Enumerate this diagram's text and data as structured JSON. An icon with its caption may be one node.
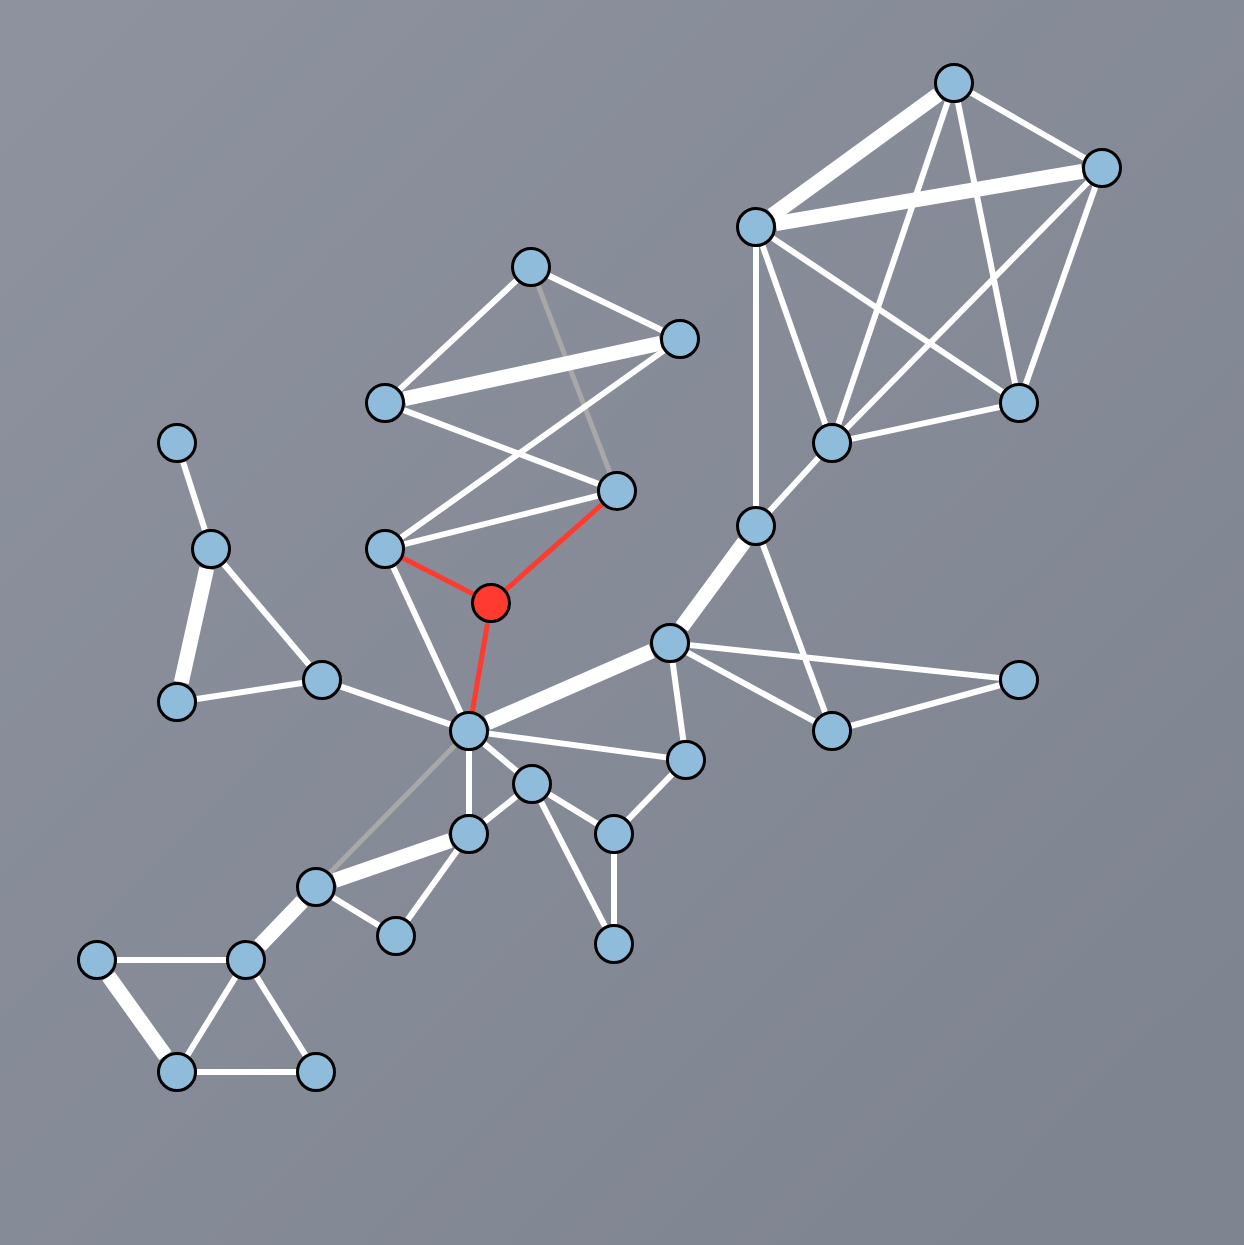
{
  "diagram": {
    "nodes": [
      {
        "text": [],
        "shape": "circle"
      },
      {
        "text": [],
        "shape": "circle"
      },
      {
        "text": [],
        "shape": "circle"
      },
      {
        "text": [],
        "shape": "circle"
      },
      {
        "text": [],
        "shape": "circle"
      },
      {
        "text": [],
        "shape": "circle"
      },
      {
        "text": [],
        "shape": "circle"
      },
      {
        "text": [],
        "shape": "circle"
      },
      {
        "text": [],
        "shape": "circle"
      },
      {
        "text": [],
        "shape": "circle"
      },
      {
        "text": [],
        "shape": "circle"
      },
      {
        "text": [],
        "shape": "circle"
      },
      {
        "text": [],
        "shape": "circle"
      },
      {
        "text": [],
        "shape": "circle"
      },
      {
        "text": [],
        "shape": "circle"
      },
      {
        "text": [],
        "shape": "circle"
      },
      {
        "text": [],
        "shape": "circle"
      },
      {
        "text": [],
        "shape": "circle"
      },
      {
        "text": [],
        "shape": "circle"
      },
      {
        "text": [],
        "shape": "circle"
      },
      {
        "text": [],
        "shape": "circle"
      },
      {
        "text": [],
        "shape": "circle"
      },
      {
        "text": [],
        "shape": "circle"
      },
      {
        "text": [],
        "shape": "circle"
      },
      {
        "text": [],
        "shape": "circle"
      },
      {
        "text": [],
        "shape": "circle"
      },
      {
        "text": [],
        "shape": "circle"
      },
      {
        "text": [],
        "shape": "circle"
      },
      {
        "text": [],
        "shape": "circle"
      },
      {
        "text": [],
        "shape": "circle"
      },
      {
        "text": [],
        "shape": "circle"
      }
    ],
    "edges": [
      {
        "from": 0,
        "to": 2,
        "arrow": "none",
        "style": "thick"
      },
      {
        "from": 0,
        "to": 1,
        "arrow": "none"
      },
      {
        "from": 0,
        "to": 6,
        "arrow": "none"
      },
      {
        "from": 0,
        "to": 8,
        "arrow": "none"
      },
      {
        "from": 2,
        "to": 1,
        "arrow": "none",
        "style": "thick"
      },
      {
        "from": 2,
        "to": 6,
        "arrow": "none"
      },
      {
        "from": 2,
        "to": 8,
        "arrow": "none"
      },
      {
        "from": 2,
        "to": 10,
        "arrow": "none"
      },
      {
        "from": 1,
        "to": 8,
        "arrow": "none"
      },
      {
        "from": 1,
        "to": 6,
        "arrow": "none"
      },
      {
        "from": 8,
        "to": 6,
        "arrow": "none"
      },
      {
        "from": 8,
        "to": 10,
        "arrow": "none"
      },
      {
        "from": 3,
        "to": 4,
        "arrow": "none"
      },
      {
        "from": 3,
        "to": 5,
        "arrow": "none"
      },
      {
        "from": 3,
        "to": 9,
        "arrow": "none",
        "color": "#a8a8a8"
      },
      {
        "from": 5,
        "to": 4,
        "arrow": "none",
        "style": "thick"
      },
      {
        "from": 5,
        "to": 9,
        "arrow": "none"
      },
      {
        "from": 12,
        "to": 4,
        "arrow": "none"
      },
      {
        "from": 12,
        "to": 9,
        "arrow": "none"
      },
      {
        "from": 12,
        "to": 13,
        "arrow": "none",
        "color": "#ff3b30"
      },
      {
        "from": 9,
        "to": 13,
        "arrow": "none",
        "color": "#ff3b30"
      },
      {
        "from": 13,
        "to": 18,
        "arrow": "none",
        "color": "#ff3b30"
      },
      {
        "from": 7,
        "to": 11,
        "arrow": "none"
      },
      {
        "from": 11,
        "to": 17,
        "arrow": "none",
        "style": "thick"
      },
      {
        "from": 11,
        "to": 15,
        "arrow": "none"
      },
      {
        "from": 17,
        "to": 15,
        "arrow": "none"
      },
      {
        "from": 15,
        "to": 18,
        "arrow": "none"
      },
      {
        "from": 12,
        "to": 18,
        "arrow": "none"
      },
      {
        "from": 18,
        "to": 14,
        "arrow": "none",
        "style": "thick"
      },
      {
        "from": 14,
        "to": 10,
        "arrow": "none",
        "style": "thick"
      },
      {
        "from": 10,
        "to": 19,
        "arrow": "none"
      },
      {
        "from": 14,
        "to": 19,
        "arrow": "none"
      },
      {
        "from": 14,
        "to": 16,
        "arrow": "none"
      },
      {
        "from": 19,
        "to": 16,
        "arrow": "none"
      },
      {
        "from": 14,
        "to": 20,
        "arrow": "none"
      },
      {
        "from": 18,
        "to": 20,
        "arrow": "none"
      },
      {
        "from": 18,
        "to": 21,
        "arrow": "none"
      },
      {
        "from": 18,
        "to": 22,
        "arrow": "none"
      },
      {
        "from": 18,
        "to": 24,
        "arrow": "none",
        "color": "#a8a8a8"
      },
      {
        "from": 21,
        "to": 22,
        "arrow": "none"
      },
      {
        "from": 21,
        "to": 23,
        "arrow": "none"
      },
      {
        "from": 21,
        "to": 26,
        "arrow": "none"
      },
      {
        "from": 23,
        "to": 20,
        "arrow": "none"
      },
      {
        "from": 23,
        "to": 26,
        "arrow": "none"
      },
      {
        "from": 22,
        "to": 24,
        "arrow": "none",
        "style": "thick"
      },
      {
        "from": 22,
        "to": 25,
        "arrow": "none"
      },
      {
        "from": 24,
        "to": 25,
        "arrow": "none"
      },
      {
        "from": 24,
        "to": 28,
        "arrow": "none",
        "style": "thick"
      },
      {
        "from": 28,
        "to": 27,
        "arrow": "none"
      },
      {
        "from": 27,
        "to": 29,
        "arrow": "none",
        "style": "thick"
      },
      {
        "from": 28,
        "to": 29,
        "arrow": "none"
      },
      {
        "from": 28,
        "to": 30,
        "arrow": "none"
      },
      {
        "from": 29,
        "to": 30,
        "arrow": "none"
      }
    ]
  }
}
